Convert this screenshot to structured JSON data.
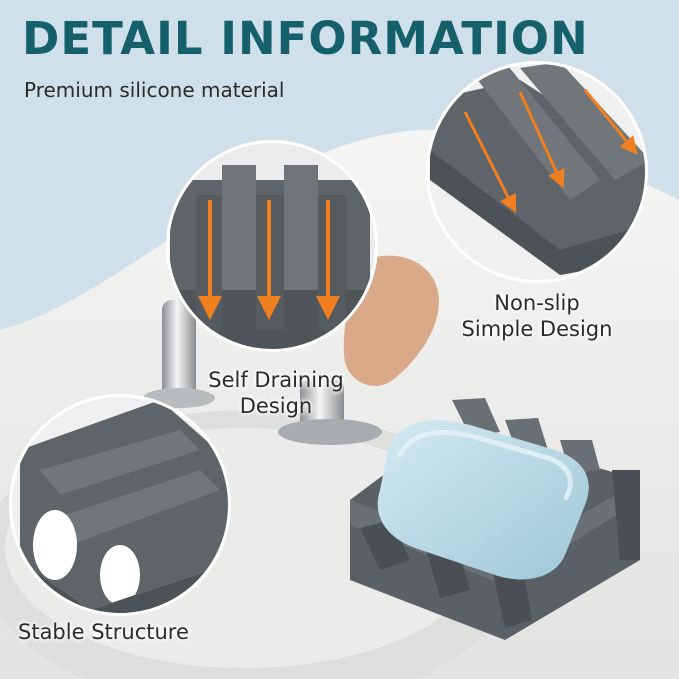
{
  "header": {
    "title": "DETAIL INFORMATION",
    "subtitle": "Premium silicone material"
  },
  "features": [
    {
      "lines": [
        "Self Draining",
        "Design"
      ],
      "icon": "downward-arrow-icon"
    },
    {
      "lines": [
        "Non-slip",
        "Simple Design"
      ],
      "icon": "diagonal-arrow-icon"
    },
    {
      "lines": [
        "Stable Structure"
      ]
    }
  ],
  "colors": {
    "title": "#16606b",
    "background": "#cfe0ea",
    "silicone": "#5b6065",
    "soap": "#b8d9e6",
    "arrow": "#f07f1f"
  }
}
